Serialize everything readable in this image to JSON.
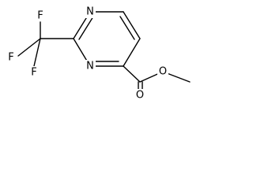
{
  "molecule": {
    "atoms": {
      "n_top": "N",
      "n_bottom": "N",
      "o_carbonyl": "O",
      "o_ester": "O",
      "f_top": "F",
      "f_left": "F",
      "f_bottom": "F"
    }
  }
}
